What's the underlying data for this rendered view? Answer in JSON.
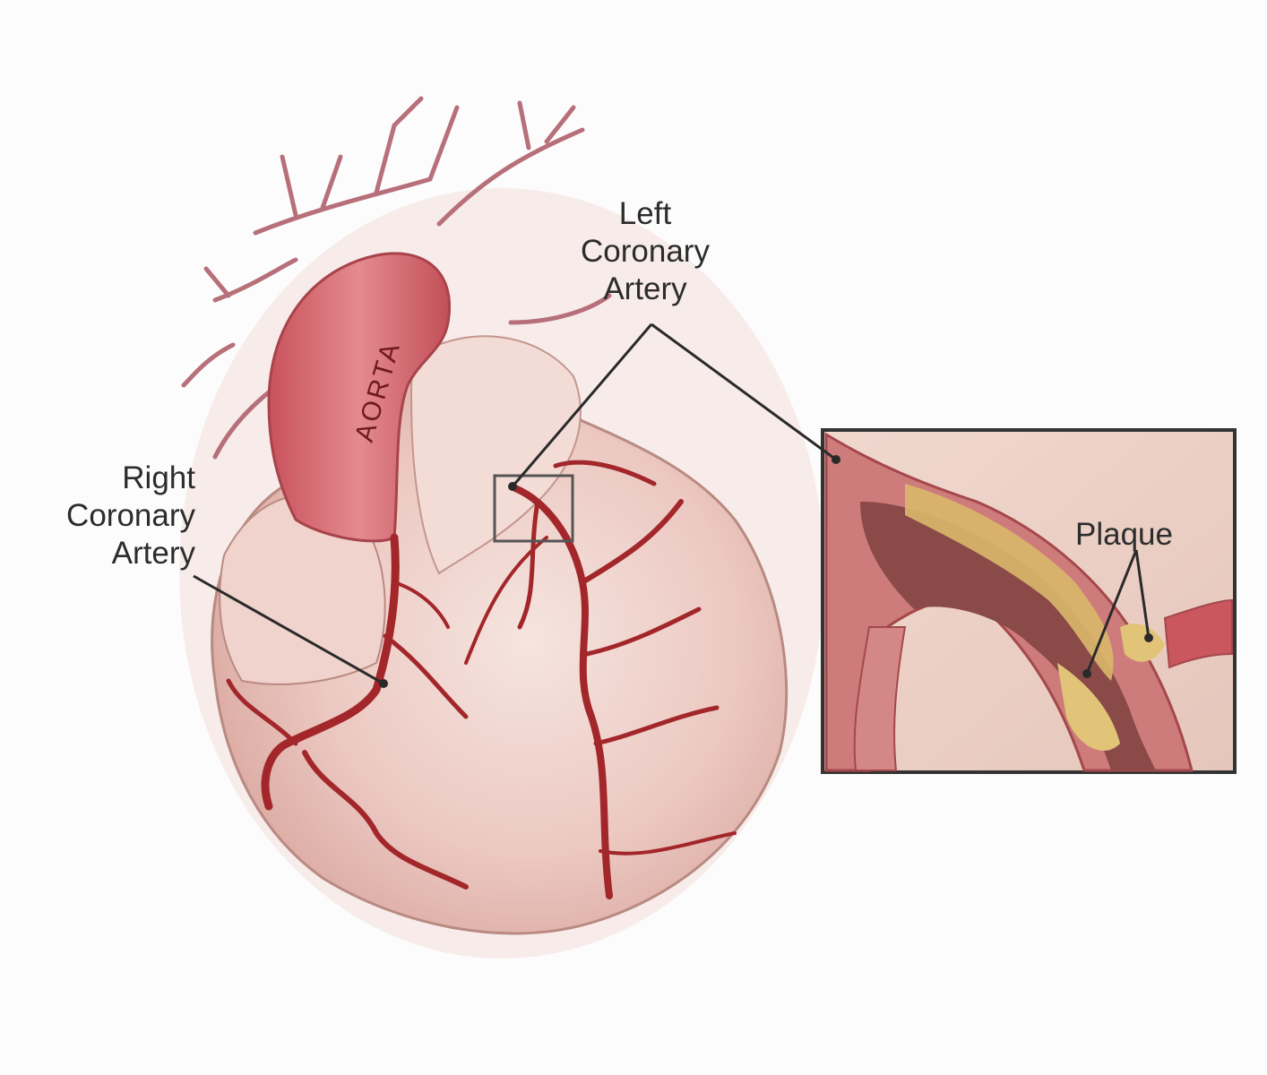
{
  "labels": {
    "left_coronary_artery": [
      "Left",
      "Coronary",
      "Artery"
    ],
    "right_coronary_artery": [
      "Right",
      "Coronary",
      "Artery"
    ],
    "plaque": "Plaque",
    "aorta": "AORTA"
  },
  "colors": {
    "background": "#fdfcfc",
    "heart_tissue": "#ecc9c2",
    "aorta": "#d66c73",
    "artery": "#a2262a",
    "plaque": "#d9b86a",
    "leader_line": "#2a2a2a"
  }
}
